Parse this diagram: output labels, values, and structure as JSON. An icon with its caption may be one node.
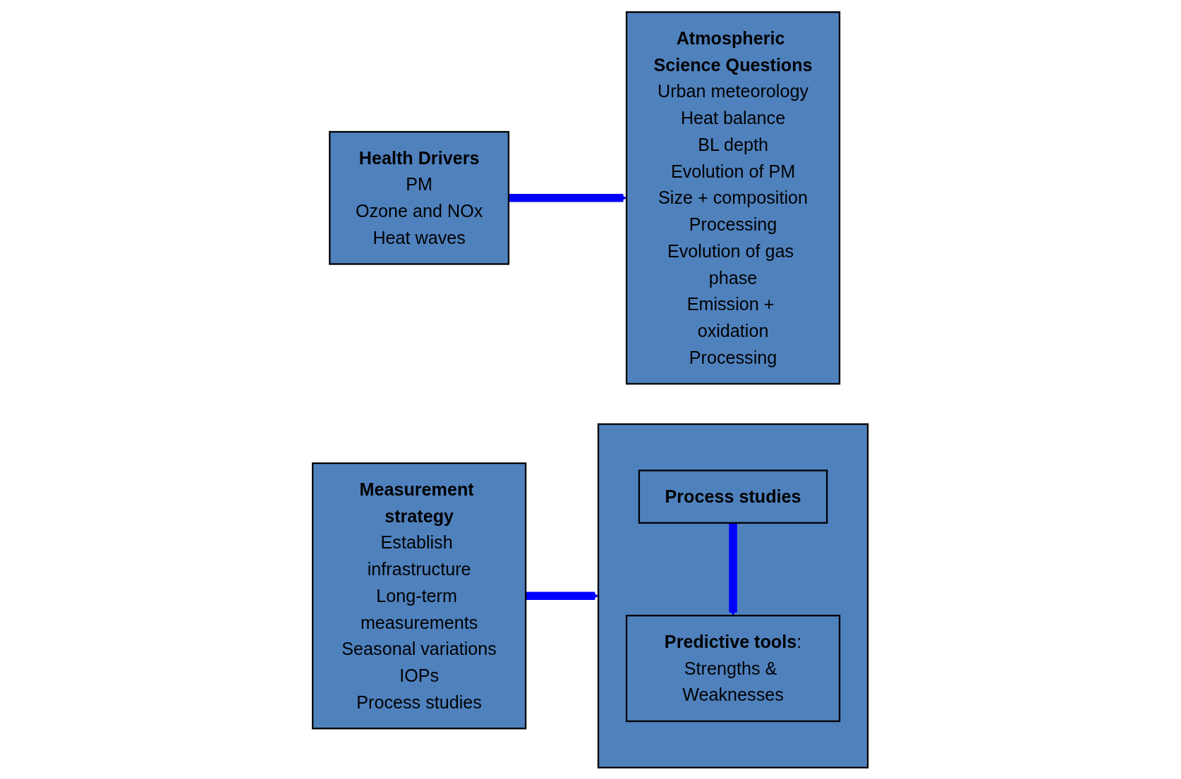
{
  "diagram": {
    "nodes": [
      {
        "text": [
          "Health Drivers",
          "PM",
          "Ozone and NOx",
          "Heat waves"
        ]
      },
      {
        "text": [
          "Atmospheric Science Questions",
          "Urban meteorology",
          "Heat balance",
          "BL depth",
          "Evolution of PM",
          "Size + composition",
          "Processing",
          "Evolution of gas phase",
          "Emission + oxidation",
          "Processing"
        ]
      },
      {
        "text": [
          "Measurement strategy",
          "Establish infrastructure",
          "Long-term measurements",
          "Seasonal variations",
          "IOPs",
          "Process studies"
        ]
      },
      {
        "text": [],
        "shape": "box"
      },
      {
        "text": [
          "Process studies"
        ],
        "in": 3
      },
      {
        "text": [
          "**Predictive tools**:",
          "Strengths & Weaknesses"
        ],
        "in": 3
      }
    ],
    "edges": [
      {
        "from": 0,
        "to": 1,
        "arrow": "to"
      },
      {
        "from": 2,
        "to": 3,
        "arrow": "to"
      },
      {
        "from": 4,
        "to": 5,
        "arrow": "to"
      }
    ]
  }
}
